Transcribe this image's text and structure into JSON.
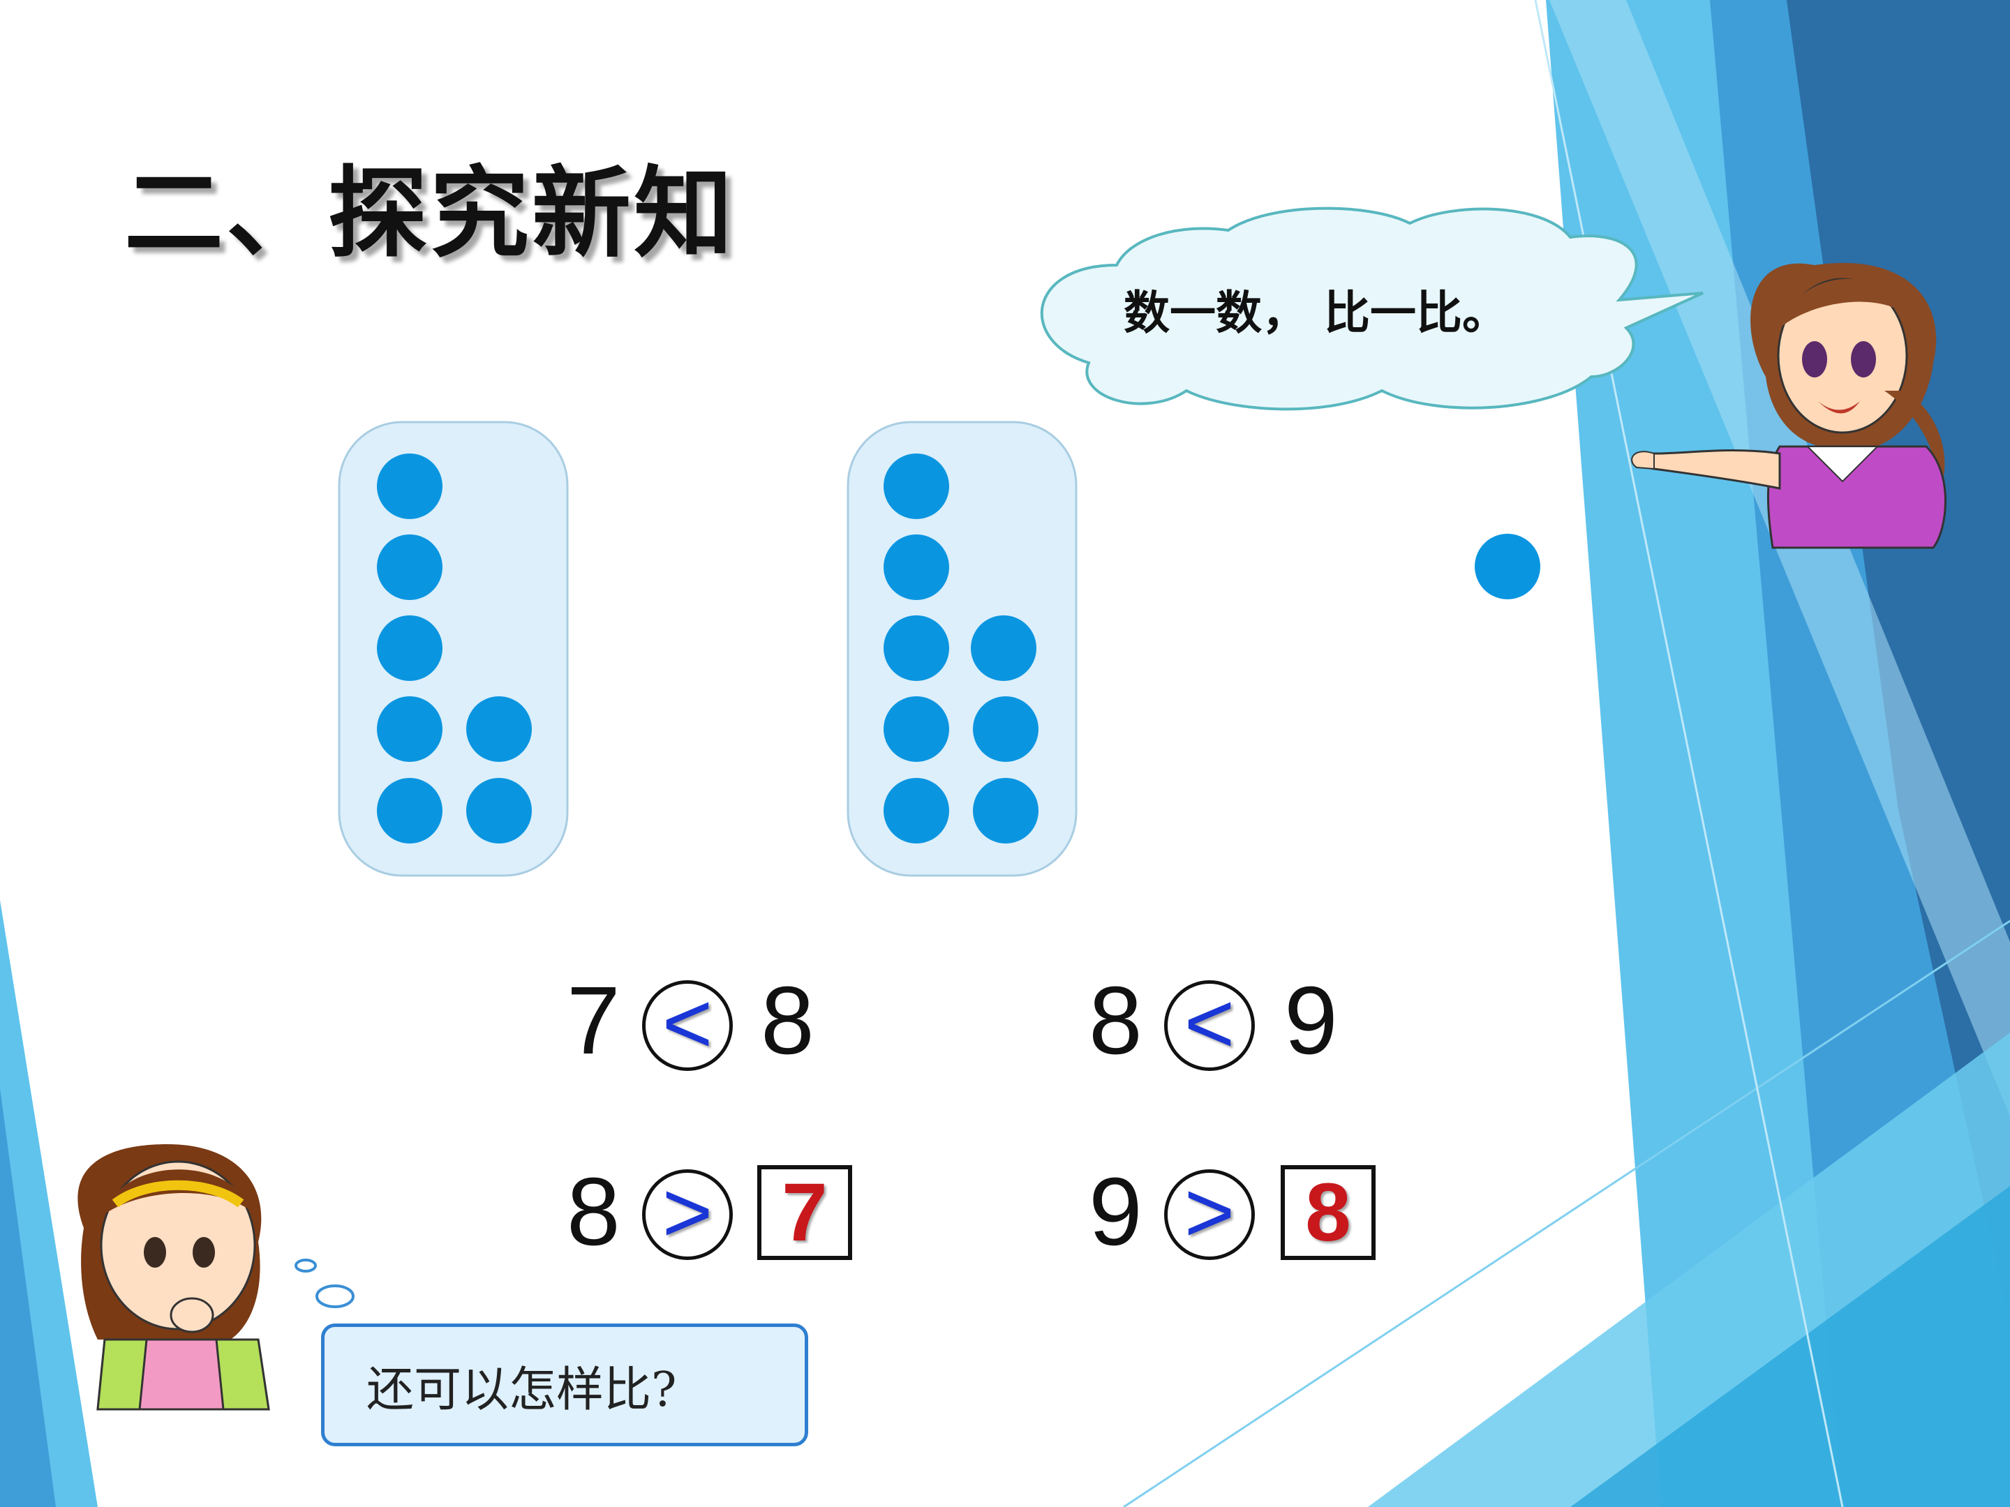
{
  "slide": {
    "title": "二、探究新知",
    "speech_bubble": "数一数， 比一比。",
    "dot_groups": [
      {
        "name": "left-group",
        "count": 7
      },
      {
        "name": "right-group",
        "count": 8
      },
      {
        "name": "extra-dot",
        "count": 1
      }
    ],
    "comparisons": [
      {
        "left": "7",
        "sign": "<",
        "right": "8"
      },
      {
        "left": "8",
        "sign": "<",
        "right": "9"
      },
      {
        "left": "8",
        "sign": ">",
        "answer": "7"
      },
      {
        "left": "9",
        "sign": ">",
        "answer": "8"
      }
    ],
    "prompt": "还可以怎样比?"
  },
  "colors": {
    "dot": "#0a95e0",
    "card": "#dceffb",
    "sign": "#1a36d6",
    "answer": "#c8181c",
    "decor_dark": "#2c6ea6",
    "decor_light": "#5fc3ec"
  },
  "decorations": {
    "teacher": "teacher-illustration",
    "girl": "thinking-girl-illustration"
  }
}
